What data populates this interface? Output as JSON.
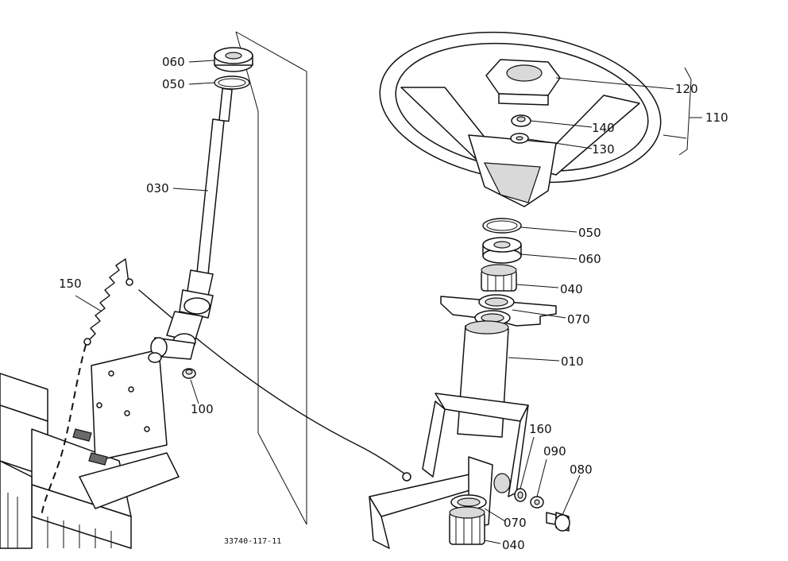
{
  "diagram": {
    "labels": {
      "p060_top": "060",
      "p050_top": "050",
      "p030": "030",
      "p150": "150",
      "p100": "100",
      "p120": "120",
      "p110": "110",
      "p140": "140",
      "p130": "130",
      "p050_mid": "050",
      "p060_mid": "060",
      "p040_mid": "040",
      "p070_mid": "070",
      "p010": "010",
      "p160": "160",
      "p090": "090",
      "p080": "080",
      "p070_bot": "070",
      "p040_bot": "040"
    },
    "drawing_number": "33740-117-11"
  }
}
